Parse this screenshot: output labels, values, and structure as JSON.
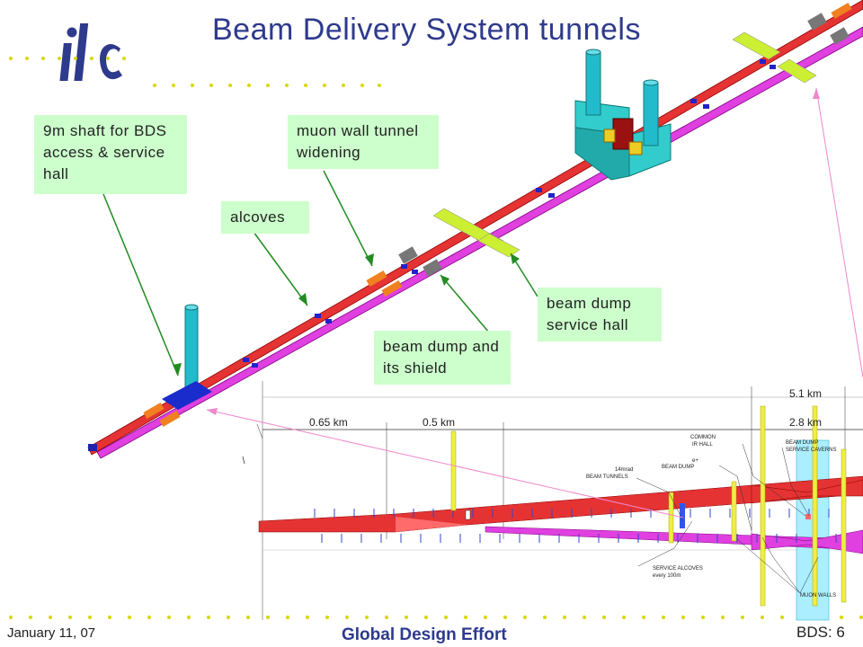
{
  "header": {
    "title": "Beam Delivery System tunnels",
    "logo_text": "ilc"
  },
  "labels": {
    "shaft": "9m shaft for BDS access & service hall",
    "muon_wall": "muon wall tunnel widening",
    "alcoves": "alcoves",
    "dump_hall": "beam dump service hall",
    "dump_shield": "beam dump and its shield"
  },
  "plan": {
    "km_651": "0.65 km",
    "km_05": "0.5 km",
    "km_51": "5.1 km",
    "km_28": "2.8 km",
    "common_ir_hall_1": "COMMON",
    "common_ir_hall_2": "IR HALL",
    "ep": "e+",
    "beam_dump": "BEAM DUMP",
    "mrad_1": "14mrad",
    "mrad_2": "BEAM TUNNELS",
    "dump_caverns_1": "BEAM DUMP",
    "dump_caverns_2": "SERVICE CAVERNS",
    "alcoves_1": "SERVICE ALCOVES",
    "alcoves_2": "every 100m",
    "muon_walls": "MUON WALLS"
  },
  "footer": {
    "date": "January 11, 07",
    "center": "Global Design Effort",
    "page": "BDS: 6"
  },
  "colors": {
    "title": "#2e3a8c",
    "label_bg": "#ccffcc",
    "red_tunnel": "#e53333",
    "magenta_tunnel": "#e040e0",
    "arrow": "#228b22",
    "dots": "#d8d800"
  }
}
